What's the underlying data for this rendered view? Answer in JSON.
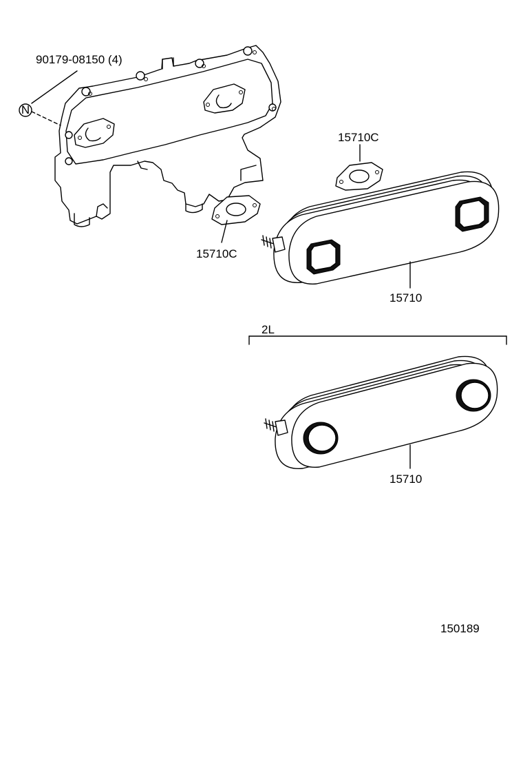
{
  "labels": {
    "bolt_part": "90179-08150 (4)",
    "n_marker": "N",
    "gasket_upper": "15710C",
    "gasket_lower": "15710C",
    "cooler_upper": "15710",
    "variant_2l": "2L",
    "cooler_lower": "15710",
    "diagram_number": "150189"
  }
}
